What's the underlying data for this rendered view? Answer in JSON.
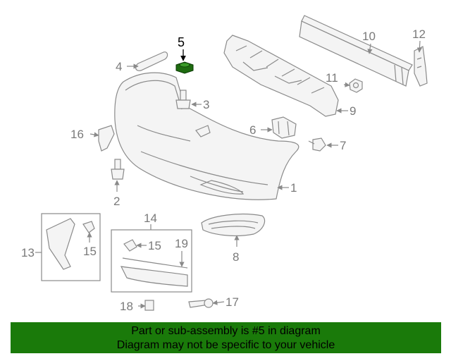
{
  "diagram": {
    "highlighted_part": "5",
    "callouts": [
      "1",
      "2",
      "3",
      "4",
      "5",
      "6",
      "7",
      "8",
      "9",
      "10",
      "11",
      "12",
      "13",
      "14",
      "15",
      "15",
      "16",
      "17",
      "18",
      "19"
    ]
  },
  "banner": {
    "line1": "Part or sub-assembly is #5 in diagram",
    "line2": "Diagram may not be specific to your vehicle",
    "background": "#1a7a0a"
  },
  "colors": {
    "highlight_part": "#1e6b10",
    "line_art": "#8a8a8a"
  }
}
